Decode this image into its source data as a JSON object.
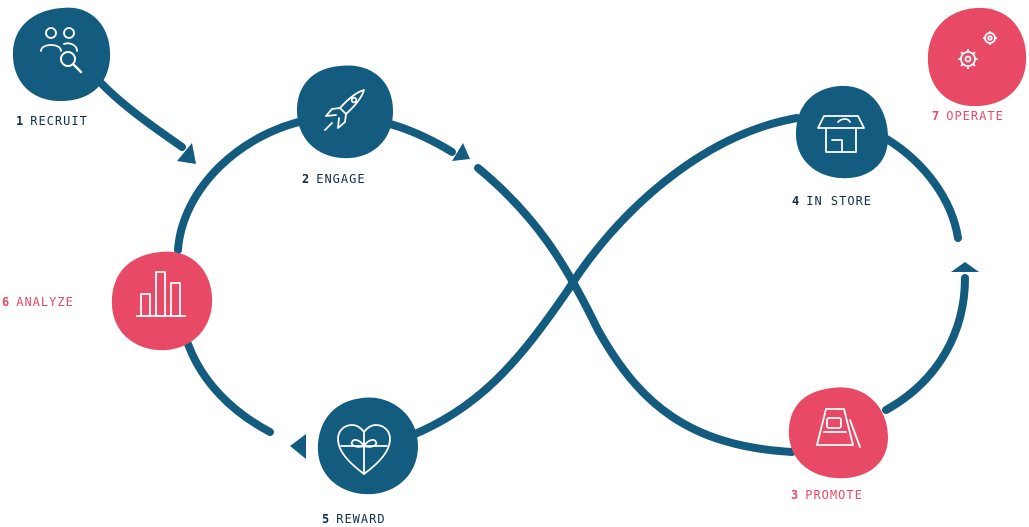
{
  "colors": {
    "primary": "#135c80",
    "accent": "#e84a65",
    "icon_stroke": "#ffffff",
    "text_dark": "#10304b"
  },
  "steps": [
    {
      "number": "1",
      "label": "RECRUIT",
      "color": "primary",
      "icon": "recruit-people-search-icon"
    },
    {
      "number": "2",
      "label": "ENGAGE",
      "color": "primary",
      "icon": "rocket-icon"
    },
    {
      "number": "3",
      "label": "PROMOTE",
      "color": "accent",
      "icon": "sign-board-icon"
    },
    {
      "number": "4",
      "label": "IN STORE",
      "color": "primary",
      "icon": "storefront-icon"
    },
    {
      "number": "5",
      "label": "REWARD",
      "color": "primary",
      "icon": "heart-gift-icon"
    },
    {
      "number": "6",
      "label": "ANALYZE",
      "color": "accent",
      "icon": "bar-chart-icon"
    },
    {
      "number": "7",
      "label": "OPERATE",
      "color": "accent",
      "icon": "gears-icon"
    }
  ]
}
